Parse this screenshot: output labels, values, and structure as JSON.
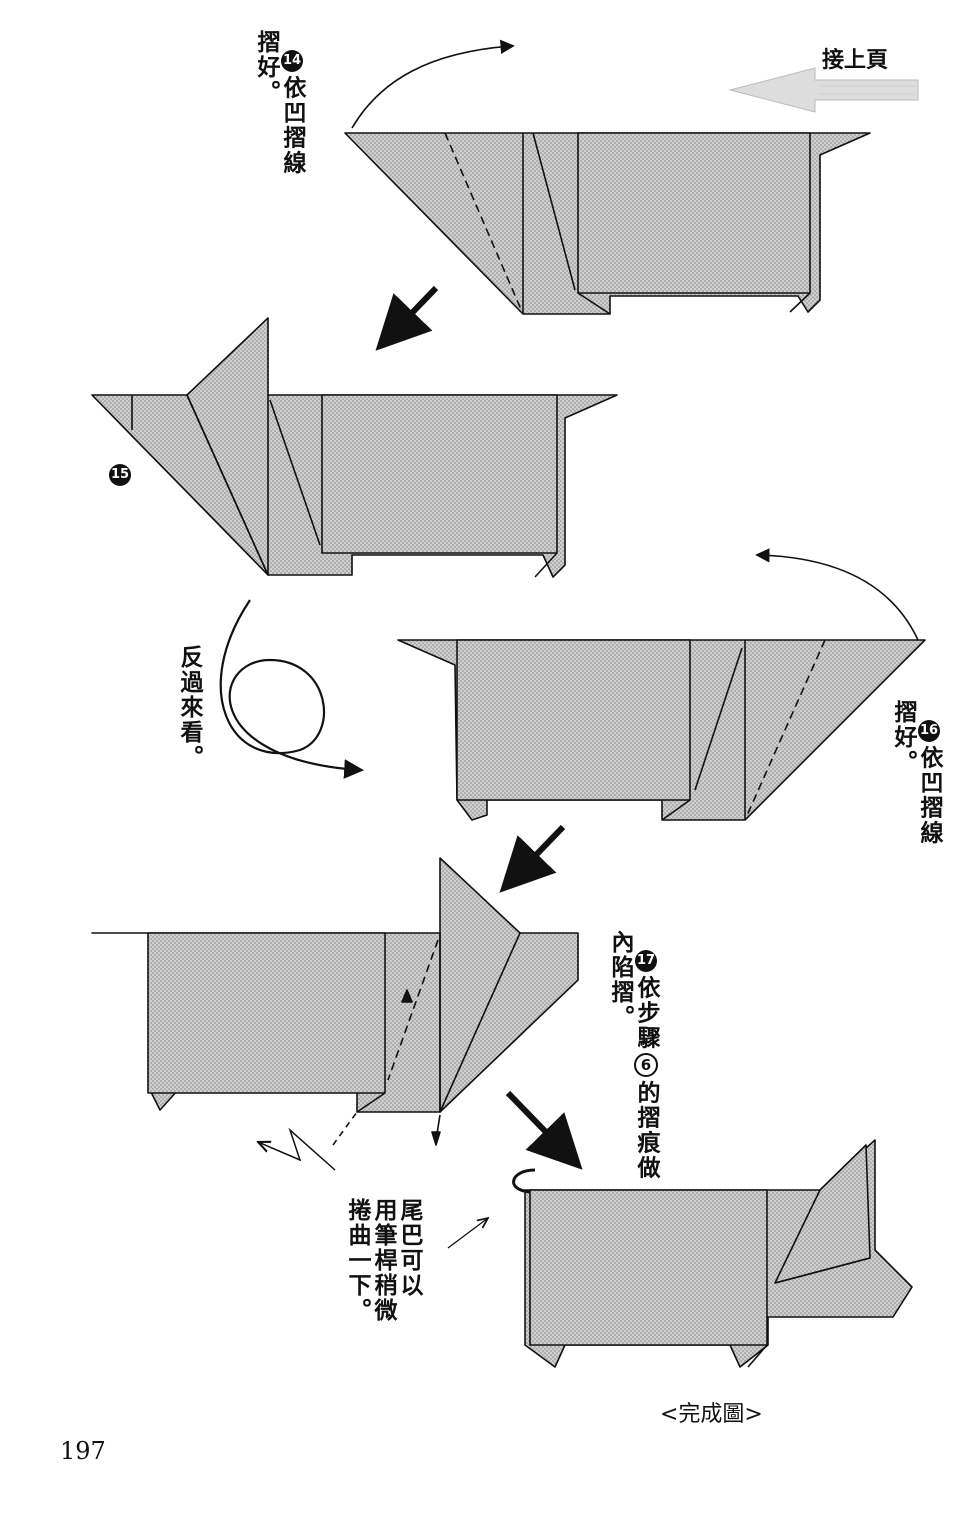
{
  "header": {
    "continued": "接上頁"
  },
  "steps": [
    {
      "id": "step14",
      "number": "14",
      "text": "依凹摺線\n摺好。"
    },
    {
      "id": "step15",
      "number": "15"
    },
    {
      "id": "flip",
      "text": "反過來看。"
    },
    {
      "id": "step16",
      "number": "16",
      "text": "依凹摺線\n摺好。"
    },
    {
      "id": "step17",
      "number": "17",
      "text_part1": "依步驟",
      "ref_step": "6",
      "text_part2": "的摺痕做\n內陷摺。"
    }
  ],
  "tail_note": "尾巴可以\n用筆桿稍微\n捲曲一下。",
  "completed_label": "<完成圖>",
  "page_number": "197",
  "colors": {
    "paper_fill": "#c6c6c6",
    "outline": "#111111",
    "dot": "#8a8a8a"
  }
}
